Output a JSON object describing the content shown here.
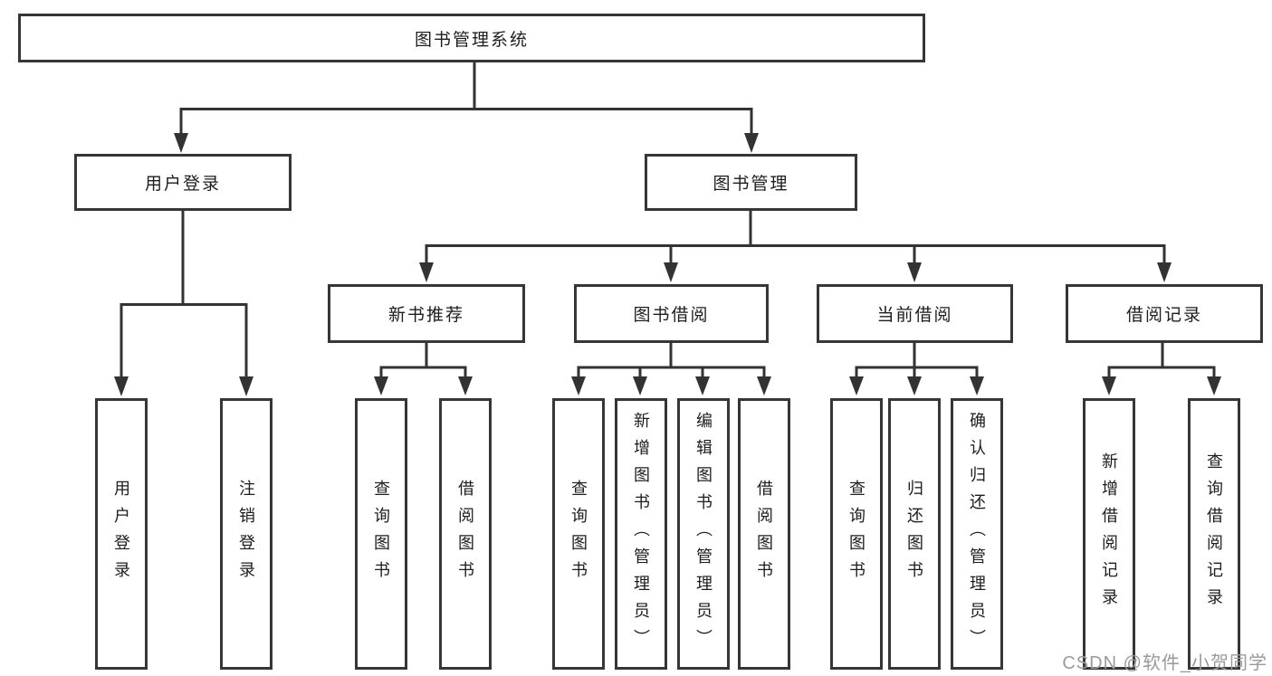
{
  "diagram": {
    "root": {
      "label": "图书管理系统"
    },
    "branches": [
      {
        "label": "用户登录",
        "children": [
          {
            "label": "用户登录"
          },
          {
            "label": "注销登录"
          }
        ]
      },
      {
        "label": "图书管理",
        "groups": [
          {
            "label": "新书推荐",
            "children": [
              {
                "label": "查询图书"
              },
              {
                "label": "借阅图书"
              }
            ]
          },
          {
            "label": "图书借阅",
            "children": [
              {
                "label": "查询图书"
              },
              {
                "label": "新增图书（管理员）"
              },
              {
                "label": "编辑图书（管理员）"
              },
              {
                "label": "借阅图书"
              }
            ]
          },
          {
            "label": "当前借阅",
            "children": [
              {
                "label": "查询图书"
              },
              {
                "label": "归还图书"
              },
              {
                "label": "确认归还（管理员）"
              }
            ]
          },
          {
            "label": "借阅记录",
            "children": [
              {
                "label": "新增借阅记录"
              },
              {
                "label": "查询借阅记录"
              }
            ]
          }
        ]
      }
    ]
  },
  "watermark": {
    "text": "CSDN @软件_小贺同学"
  },
  "colors": {
    "line": "#333333",
    "box_border": "#363636",
    "text": "#1d1d1d",
    "watermark": "#9a9a9a",
    "background": "#ffffff"
  }
}
